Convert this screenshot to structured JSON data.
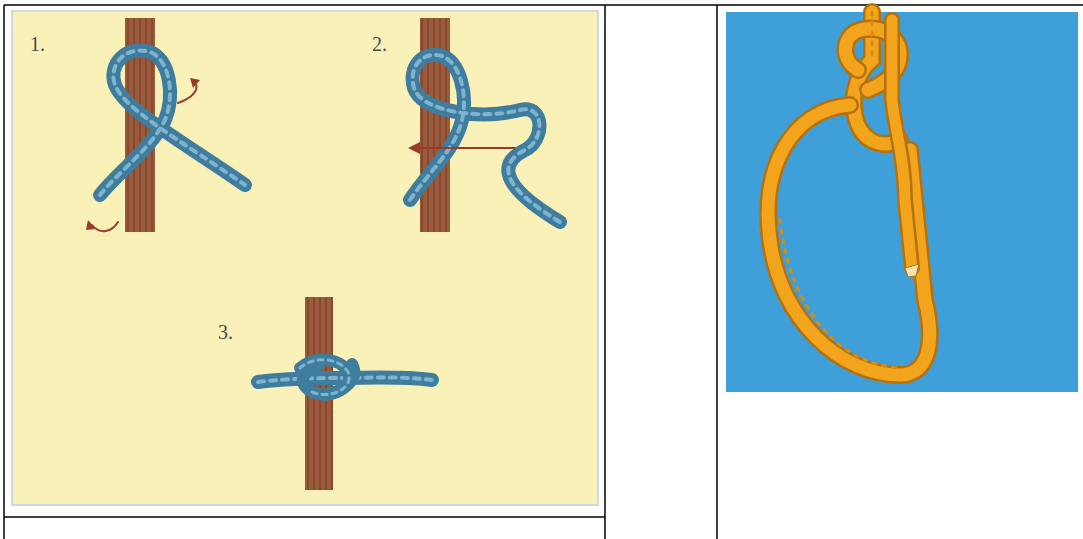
{
  "diagram": {
    "labels": [
      "1.",
      "2.",
      "3."
    ]
  }
}
